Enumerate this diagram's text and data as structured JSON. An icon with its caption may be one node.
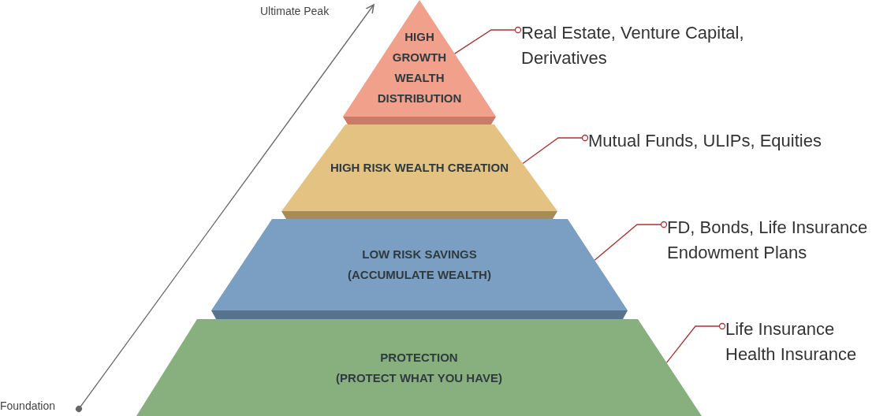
{
  "diagram": {
    "nodes": [
      {
        "text": [
          "HIGH GROWTH WEALTH DISTRIBUTION"
        ]
      },
      {
        "text": [
          "HIGH RISK WEALTH CREATION"
        ]
      },
      {
        "text": [
          "LOW RISK SAVINGS",
          "(ACCUMULATE WEALTH)"
        ]
      },
      {
        "text": [
          "PROTECTION",
          "(PROTECT WHAT YOU HAVE)"
        ]
      },
      {
        "text": [
          "Real Estate, Venture Capital, Derivatives"
        ]
      },
      {
        "text": [
          "Mutual Funds, ULIPs, Equities"
        ]
      },
      {
        "text": [
          "FD, Bonds, Life Insurance Endowment Plans"
        ]
      },
      {
        "text": [
          "Life Insurance",
          "Health Insurance"
        ]
      },
      {
        "text": [
          "Foundation"
        ]
      },
      {
        "text": [
          "Ultimate Peak"
        ]
      }
    ],
    "edges": [
      {
        "from": 4,
        "to": 0,
        "arrow": "other",
        "color": "#b03030"
      },
      {
        "from": 5,
        "to": 1,
        "arrow": "other",
        "color": "#b03030"
      },
      {
        "from": 6,
        "to": 2,
        "arrow": "other",
        "color": "#b03030"
      },
      {
        "from": 7,
        "to": 3,
        "arrow": "other",
        "color": "#b03030"
      },
      {
        "from": 8,
        "to": 9,
        "arrow": "to",
        "color": "#666666"
      }
    ]
  }
}
